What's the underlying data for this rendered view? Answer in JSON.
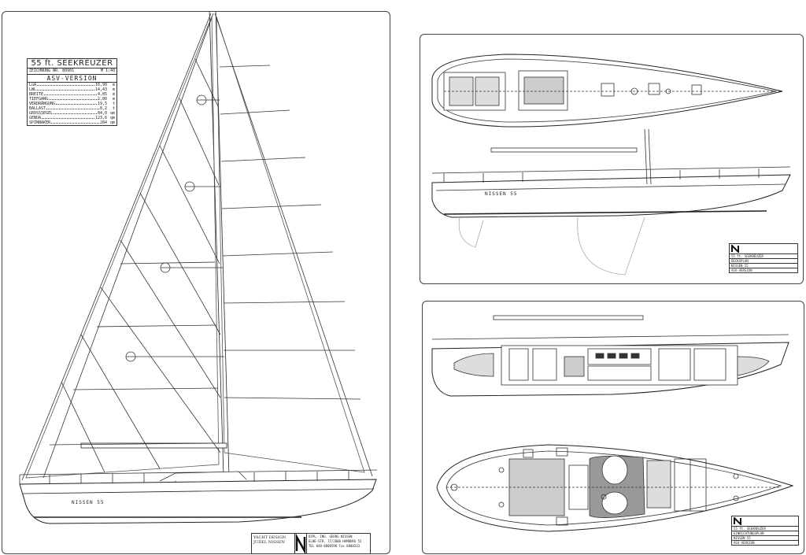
{
  "spec_table": {
    "title": "55 ft. SEEKREUZER",
    "drawing_label": "ZEICHNUNG NR. 80901",
    "scale": "M 1:40",
    "version": "ASV-VERSION",
    "rows": [
      {
        "key": "LüA",
        "value": "16,90",
        "unit": "m"
      },
      {
        "key": "LWL",
        "value": "14,43",
        "unit": "m"
      },
      {
        "key": "BREITE",
        "value": "4,85",
        "unit": "m"
      },
      {
        "key": "TIEFGANG",
        "value": "2,80",
        "unit": "m"
      },
      {
        "key": "VERDRÄNGUNG",
        "value": "19,5",
        "unit": "t"
      },
      {
        "key": "BALLAST",
        "value": "8,2",
        "unit": "t"
      },
      {
        "key": "GROSSSEGEL",
        "value": "84,0",
        "unit": "qm"
      },
      {
        "key": "GENUA",
        "value": "123,6",
        "unit": "qm"
      },
      {
        "key": "SPINNAKER",
        "value": "284",
        "unit": "qm"
      }
    ]
  },
  "hull_names": {
    "left": "NISSEN 55",
    "top_right": "NISSEN 55"
  },
  "titleblock_main": {
    "logo_top": "YACHT DESIGN",
    "logo_bottom": "JUDEL NISSEN",
    "line1": "DIPL.-ING. GEORG NISSEN",
    "line2": "ELBE-STR. 77/2000 HAMBURG 52",
    "line3": "TEL 040-8808590 Fax 8808333"
  },
  "titleblock_tr": {
    "line1": "55 ft. SEEKREUZER",
    "line2": "DECKSPLAN",
    "line3": "NISSEN 55",
    "line4": "ASV-VERSION"
  },
  "titleblock_br": {
    "line1": "55 ft. SEEKREUZER",
    "line2": "EINRICHTUNGSPLAN",
    "line3": "NISSEN 55",
    "line4": "ASV-VERSION"
  }
}
